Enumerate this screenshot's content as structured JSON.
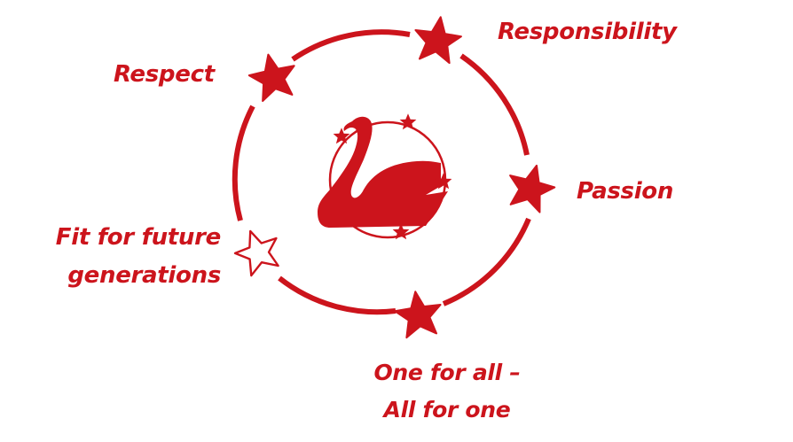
{
  "colors": {
    "brand_red": "#cc141c",
    "background": "#ffffff"
  },
  "values": [
    {
      "id": "respect",
      "label": "Respect",
      "star": "filled"
    },
    {
      "id": "responsibility",
      "label": "Responsibility",
      "star": "filled"
    },
    {
      "id": "passion",
      "label": "Passion",
      "star": "filled"
    },
    {
      "id": "one-for-all",
      "label_line1": "One for all –",
      "label_line2": "All for one",
      "star": "filled"
    },
    {
      "id": "fit-for-future",
      "label_line1": "Fit for future",
      "label_line2": "generations",
      "star": "outline"
    }
  ],
  "center_logo": {
    "icon": "swan-with-stars-logo",
    "small_stars": 4
  }
}
